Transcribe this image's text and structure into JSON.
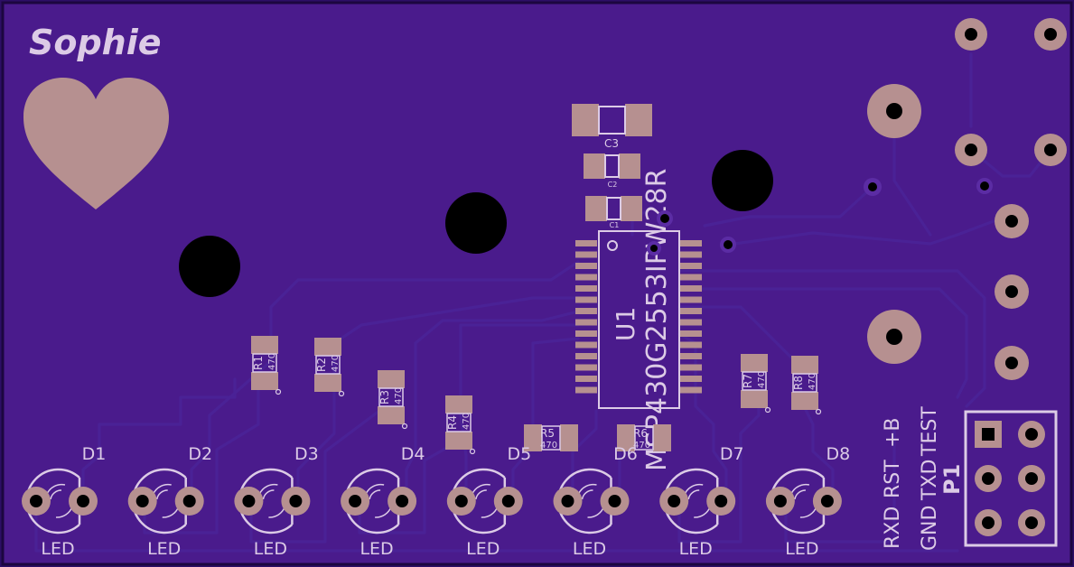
{
  "board": {
    "name_text": "Sophie",
    "colors": {
      "substrate": "#2c0e66",
      "soldermask": "#4a1b8c",
      "copper_pad": "#b69090",
      "silkscreen": "#dccbe6",
      "drill": "#000000"
    }
  },
  "leds": [
    {
      "ref": "D1",
      "value": "LED"
    },
    {
      "ref": "D2",
      "value": "LED"
    },
    {
      "ref": "D3",
      "value": "LED"
    },
    {
      "ref": "D4",
      "value": "LED"
    },
    {
      "ref": "D5",
      "value": "LED"
    },
    {
      "ref": "D6",
      "value": "LED"
    },
    {
      "ref": "D7",
      "value": "LED"
    },
    {
      "ref": "D8",
      "value": "LED"
    }
  ],
  "resistors": [
    {
      "ref": "R1",
      "value": "470"
    },
    {
      "ref": "R2",
      "value": "470"
    },
    {
      "ref": "R3",
      "value": "470"
    },
    {
      "ref": "R4",
      "value": "470"
    },
    {
      "ref": "R5",
      "value": "470"
    },
    {
      "ref": "R6",
      "value": "470"
    },
    {
      "ref": "R7",
      "value": "470"
    },
    {
      "ref": "R8",
      "value": "470"
    }
  ],
  "capacitors": [
    {
      "ref": "C3"
    },
    {
      "ref": "C2"
    },
    {
      "ref": "C1"
    }
  ],
  "ic": {
    "ref": "U1",
    "part": "MSP430G2553IPW28R"
  },
  "header": {
    "ref": "P1",
    "pin_labels_top": [
      "RXD",
      "RST",
      "+B"
    ],
    "pin_labels_bottom": [
      "GND",
      "TXD",
      "TEST"
    ]
  }
}
